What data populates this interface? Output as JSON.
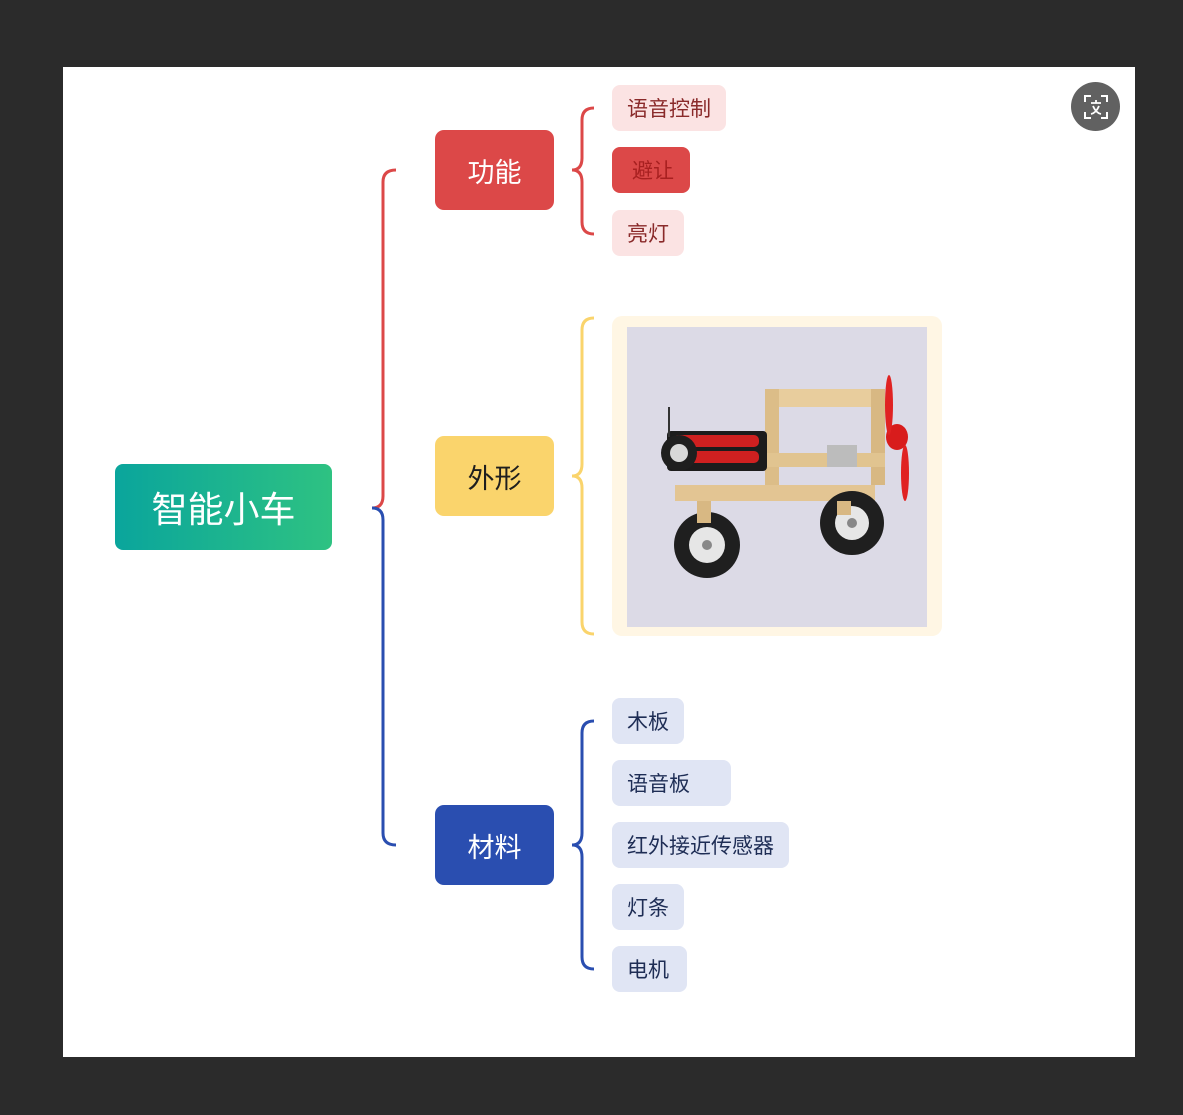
{
  "root": {
    "label": "智能小车"
  },
  "branches": {
    "function": {
      "label": "功能",
      "children": [
        "语音控制",
        "避让",
        "亮灯"
      ]
    },
    "shape": {
      "label": "外形",
      "image": "toy-car-photo"
    },
    "materials": {
      "label": "材料",
      "children": [
        "木板",
        "语音板",
        "红外接近传感器",
        "灯条",
        "电机"
      ]
    }
  },
  "colors": {
    "root_gradient": [
      "#0aa59c",
      "#2ec282"
    ],
    "function": "#dc4848",
    "shape": "#fad46c",
    "materials": "#2a4eb0",
    "background": "#2b2b2b"
  },
  "icons": {
    "corner_button": "translate-text-icon"
  }
}
